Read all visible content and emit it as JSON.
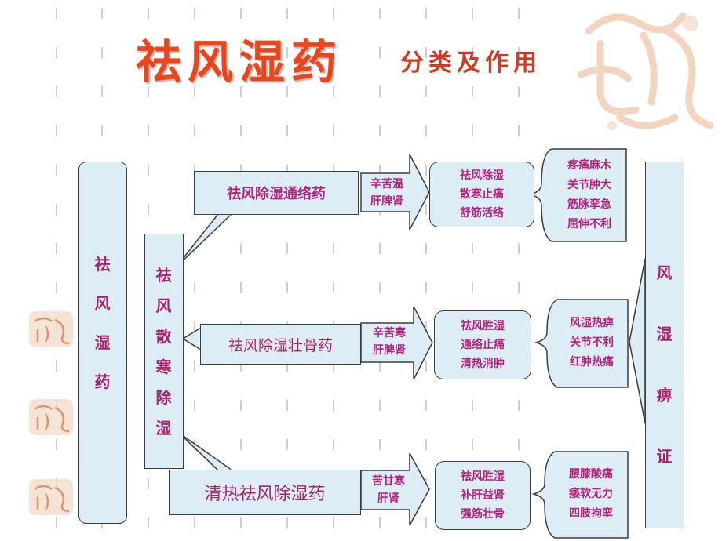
{
  "title": {
    "main": "祛风湿药",
    "sub": "分类及作用"
  },
  "left_category": {
    "chars": [
      "祛",
      "风",
      "湿",
      "药"
    ]
  },
  "center_node": {
    "chars": [
      "祛",
      "风",
      "散",
      "寒",
      "除",
      "湿"
    ]
  },
  "right_category": {
    "chars": [
      "风",
      "湿",
      "痹",
      "证"
    ]
  },
  "rows": [
    {
      "category": "祛风除湿通络药",
      "nature": [
        "辛苦温",
        "肝脾肾"
      ],
      "effects": [
        "祛风除湿",
        "散寒止痛",
        "舒筋活络"
      ],
      "indications": [
        "疼痛麻木",
        "关节肿大",
        "筋脉挛急",
        "屈伸不利"
      ]
    },
    {
      "category": "祛风除湿壮骨药",
      "nature": [
        "辛苦寒",
        "肝脾肾"
      ],
      "effects": [
        "祛风胜湿",
        "通络止痛",
        "清热消肿"
      ],
      "indications": [
        "风湿热痹",
        "关节不利",
        "红肿热痛"
      ]
    },
    {
      "category": "清热祛风除湿药",
      "nature": [
        "苦甘寒",
        "肝肾"
      ],
      "effects": [
        "祛风胜湿",
        "补肝益肾",
        "强筋壮骨"
      ],
      "indications": [
        "腰膝酸痛",
        "痿软无力",
        "四肢拘挛"
      ]
    }
  ],
  "colors": {
    "title": "#e8471d",
    "text_magenta": "#b5237d",
    "box_fill": "#dcedf5",
    "outline": "#3c3c3c",
    "seal": "#e8b89a"
  }
}
